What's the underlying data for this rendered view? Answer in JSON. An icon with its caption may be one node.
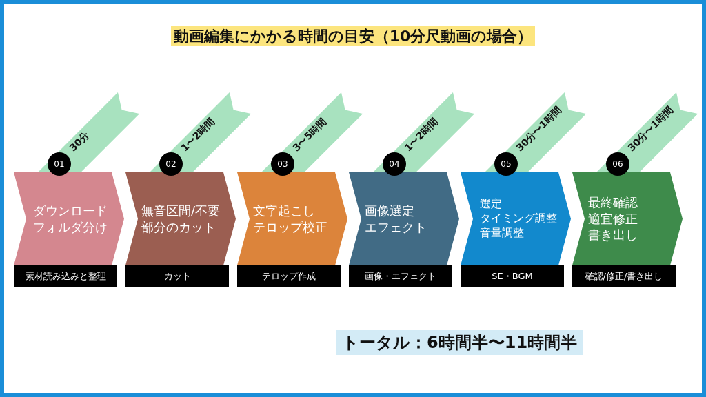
{
  "diagram": {
    "title": "動画編集にかかる時間の目安（10分尺動画の場合）",
    "nodes": [
      {
        "text": [
          "30分"
        ]
      },
      {
        "text": [
          "01"
        ]
      },
      {
        "text": [
          "ダウンロードフォルダ分け"
        ]
      },
      {
        "text": [
          "素材読み込みと整理"
        ]
      },
      {
        "text": [
          "1〜2時間"
        ]
      },
      {
        "text": [
          "02"
        ]
      },
      {
        "text": [
          "無音区間/不要部分のカット"
        ]
      },
      {
        "text": [
          "カット"
        ]
      },
      {
        "text": [
          "3〜5時間"
        ]
      },
      {
        "text": [
          "03"
        ]
      },
      {
        "text": [
          "文字起こし",
          "テロップ校正"
        ]
      },
      {
        "text": [
          "テロップ作成"
        ]
      },
      {
        "text": [
          "1〜2時間"
        ]
      },
      {
        "text": [
          "04"
        ]
      },
      {
        "text": [
          "画像選定",
          "エフェクト"
        ]
      },
      {
        "text": [
          "画像・エフェクト"
        ]
      },
      {
        "text": [
          "30分〜1時間"
        ]
      },
      {
        "text": [
          "05"
        ]
      },
      {
        "text": [
          "選定",
          "タイミング調整",
          "音量調整"
        ]
      },
      {
        "text": [
          "SE・BGM"
        ]
      },
      {
        "text": [
          "30分〜1時間"
        ]
      },
      {
        "text": [
          "06"
        ]
      },
      {
        "text": [
          "最終確認",
          "適宜修正",
          "書き出し"
        ]
      },
      {
        "text": [
          "確認/修正/書き出し"
        ]
      }
    ],
    "labels": [
      "トータル：6時間半〜11時間半"
    ]
  }
}
